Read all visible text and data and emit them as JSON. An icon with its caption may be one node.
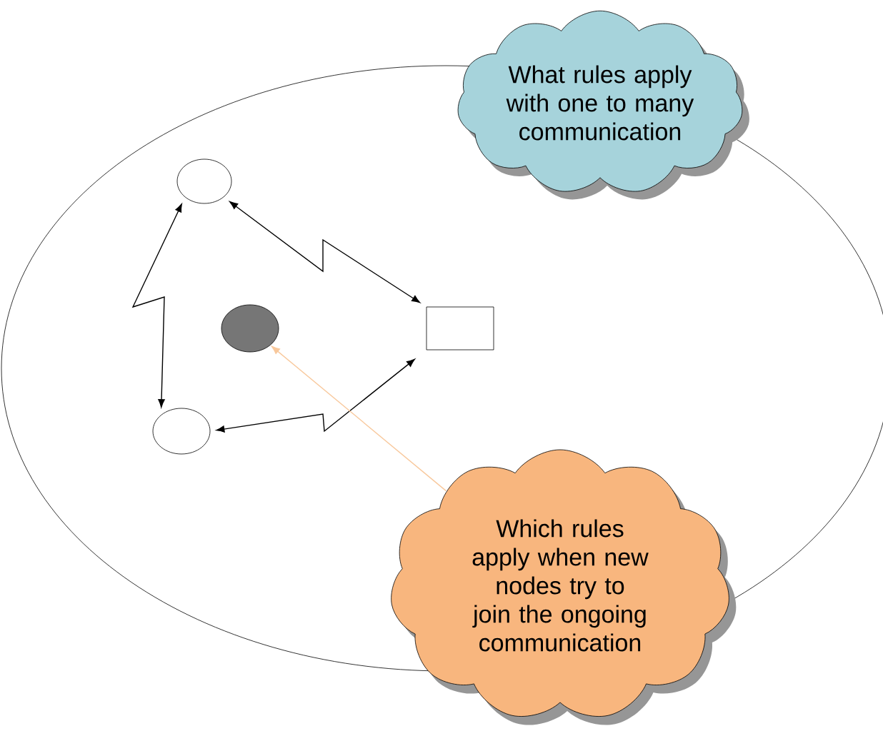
{
  "diagram": {
    "nodes": [
      {
        "text": [],
        "shape": "ellipse"
      },
      {
        "text": [
          "What rules apply with one to many communication"
        ]
      },
      {
        "text": [],
        "shape": "circle",
        "in": 0
      },
      {
        "text": [],
        "shape": "circle",
        "in": 0
      },
      {
        "text": [],
        "shape": "box",
        "in": 0
      },
      {
        "text": [],
        "shape": "circle",
        "in": 0
      },
      {
        "text": [
          "Which rules apply when new nodes try to join the ongoing communication"
        ]
      }
    ],
    "edges": [
      {
        "from": 2,
        "to": 5,
        "arrow": "both"
      },
      {
        "from": 2,
        "to": 4,
        "arrow": "both"
      },
      {
        "from": 5,
        "to": 4,
        "arrow": "both"
      },
      {
        "from": 6,
        "to": 3,
        "arrow": "to",
        "color": "#f8c89c"
      }
    ]
  }
}
